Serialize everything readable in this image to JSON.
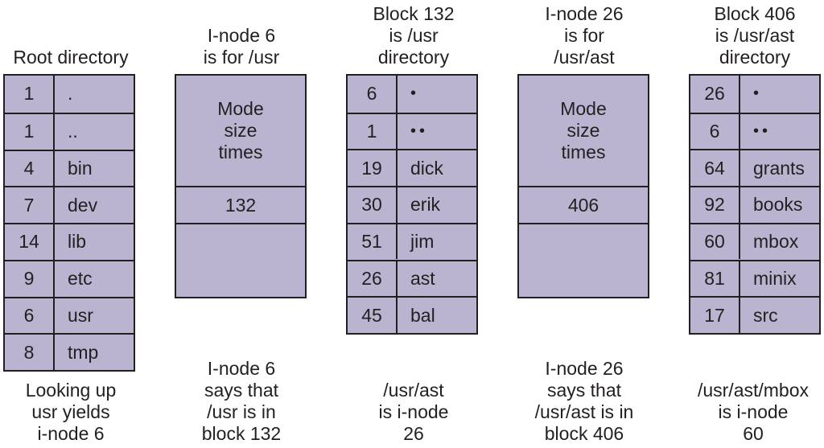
{
  "root_dir": {
    "title": "Root directory",
    "entries": [
      {
        "num": "1",
        "name": "."
      },
      {
        "num": "1",
        "name": ".."
      },
      {
        "num": "4",
        "name": "bin"
      },
      {
        "num": "7",
        "name": "dev"
      },
      {
        "num": "14",
        "name": "lib"
      },
      {
        "num": "9",
        "name": "etc"
      },
      {
        "num": "6",
        "name": "usr"
      },
      {
        "num": "8",
        "name": "tmp"
      }
    ],
    "caption": "Looking up\nusr yields\ni-node 6"
  },
  "inode6": {
    "title": "I-node 6\nis for /usr",
    "mode": "Mode\nsize\ntimes",
    "addr": "132",
    "caption": "I-node 6\nsays that\n/usr is in\nblock 132"
  },
  "block132": {
    "title": "Block 132\nis /usr\ndirectory",
    "entries": [
      {
        "num": "6",
        "name": "•"
      },
      {
        "num": "1",
        "name": "••"
      },
      {
        "num": "19",
        "name": "dick"
      },
      {
        "num": "30",
        "name": "erik"
      },
      {
        "num": "51",
        "name": "jim"
      },
      {
        "num": "26",
        "name": "ast"
      },
      {
        "num": "45",
        "name": "bal"
      }
    ],
    "caption": "/usr/ast\nis i-node\n26"
  },
  "inode26": {
    "title": "I-node 26\nis for\n/usr/ast",
    "mode": "Mode\nsize\ntimes",
    "addr": "406",
    "caption": "I-node 26\nsays that\n/usr/ast is in\nblock 406"
  },
  "block406": {
    "title": "Block 406\nis /usr/ast\ndirectory",
    "entries": [
      {
        "num": "26",
        "name": "•"
      },
      {
        "num": "6",
        "name": "••"
      },
      {
        "num": "64",
        "name": "grants"
      },
      {
        "num": "92",
        "name": "books"
      },
      {
        "num": "60",
        "name": "mbox"
      },
      {
        "num": "81",
        "name": "minix"
      },
      {
        "num": "17",
        "name": "src"
      }
    ],
    "caption": "/usr/ast/mbox\nis i-node\n60"
  }
}
